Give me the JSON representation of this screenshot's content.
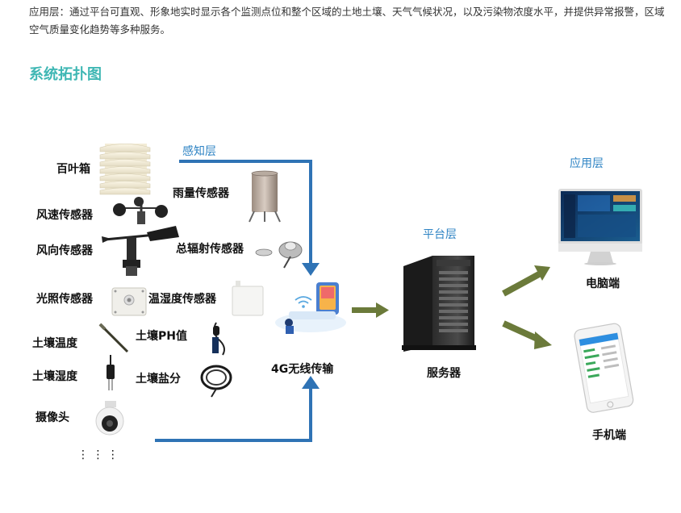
{
  "intro": "应用层：通过平台可直观、形象地实时显示各个监测点位和整个区域的土地土壤、天气气候状况，以及污染物浓度水平，并提供异常报警，区域空气质量变化趋势等多种服务。",
  "section_title": "系统拓扑图",
  "layers": {
    "perception": "感知层",
    "platform": "平台层",
    "application": "应用层"
  },
  "sensors": {
    "louver_box": "百叶箱",
    "rain_gauge": "雨量传感器",
    "wind_speed": "风速传感器",
    "wind_direction": "风向传感器",
    "total_radiation": "总辐射传感器",
    "light": "光照传感器",
    "temp_humidity": "温湿度传感器",
    "soil_temperature": "土壤温度",
    "soil_ph": "土壤PH值",
    "soil_humidity": "土壤湿度",
    "soil_salt": "土壤盐分",
    "camera": "摄像头",
    "ellipsis": "⋮ ⋮ ⋮"
  },
  "transmission": "4G无线传输",
  "server": "服务器",
  "clients": {
    "pc": "电脑端",
    "mobile": "手机端"
  },
  "colors": {
    "title": "#3fb7b4",
    "layer_label": "#2f84c4",
    "flow_line": "#2f73b5",
    "green_arrow": "#6b7a3a"
  }
}
